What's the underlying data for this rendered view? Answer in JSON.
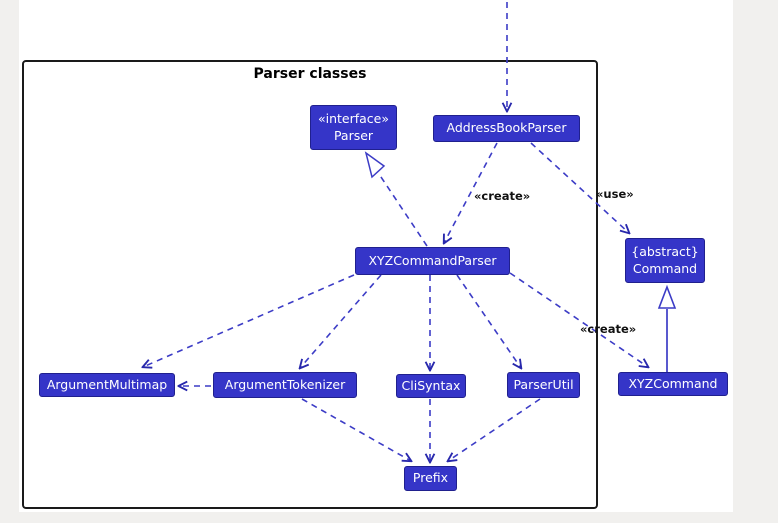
{
  "frame": {
    "title": "Parser classes"
  },
  "colors": {
    "page_bg": "#f1f0ee",
    "canvas_bg": "#ffffff",
    "frame_border": "#1a1a1a",
    "node_fill": "#3535c8",
    "node_border": "#20208e",
    "node_text": "#ffffff",
    "edge": "#3c3cc6",
    "arrowhead": "#2828ac",
    "label_color": "#111111"
  },
  "nodes": {
    "parser": {
      "stereotype": "«interface»",
      "name": "Parser"
    },
    "addressBookParser": {
      "name": "AddressBookParser"
    },
    "xyzCommandParser": {
      "name": "XYZCommandParser"
    },
    "command": {
      "stereotype": "{abstract}",
      "name": "Command"
    },
    "argumentMultimap": {
      "name": "ArgumentMultimap"
    },
    "argumentTokenizer": {
      "name": "ArgumentTokenizer"
    },
    "cliSyntax": {
      "name": "CliSyntax"
    },
    "parserUtil": {
      "name": "ParserUtil"
    },
    "xyzCommand": {
      "name": "XYZCommand"
    },
    "prefix": {
      "name": "Prefix"
    }
  },
  "edge_labels": {
    "create_top": "«create»",
    "use": "«use»",
    "create_bottom": "«create»"
  },
  "relations": [
    {
      "from": "external-top",
      "to": "AddressBookParser",
      "type": "dashed-dependency"
    },
    {
      "from": "XYZCommandParser",
      "to": "Parser",
      "type": "realization"
    },
    {
      "from": "AddressBookParser",
      "to": "XYZCommandParser",
      "type": "dashed-dependency",
      "label": "«create»"
    },
    {
      "from": "AddressBookParser",
      "to": "Command",
      "type": "dashed-dependency",
      "label": "«use»"
    },
    {
      "from": "XYZCommandParser",
      "to": "XYZCommand",
      "type": "dashed-dependency",
      "label": "«create»"
    },
    {
      "from": "XYZCommandParser",
      "to": "ArgumentMultimap",
      "type": "dashed-dependency"
    },
    {
      "from": "XYZCommandParser",
      "to": "ArgumentTokenizer",
      "type": "dashed-dependency"
    },
    {
      "from": "XYZCommandParser",
      "to": "CliSyntax",
      "type": "dashed-dependency"
    },
    {
      "from": "XYZCommandParser",
      "to": "ParserUtil",
      "type": "dashed-dependency"
    },
    {
      "from": "ArgumentTokenizer",
      "to": "ArgumentMultimap",
      "type": "dashed-dependency"
    },
    {
      "from": "ArgumentTokenizer",
      "to": "Prefix",
      "type": "dashed-dependency"
    },
    {
      "from": "CliSyntax",
      "to": "Prefix",
      "type": "dashed-dependency"
    },
    {
      "from": "ParserUtil",
      "to": "Prefix",
      "type": "dashed-dependency"
    },
    {
      "from": "XYZCommand",
      "to": "Command",
      "type": "inheritance"
    }
  ]
}
